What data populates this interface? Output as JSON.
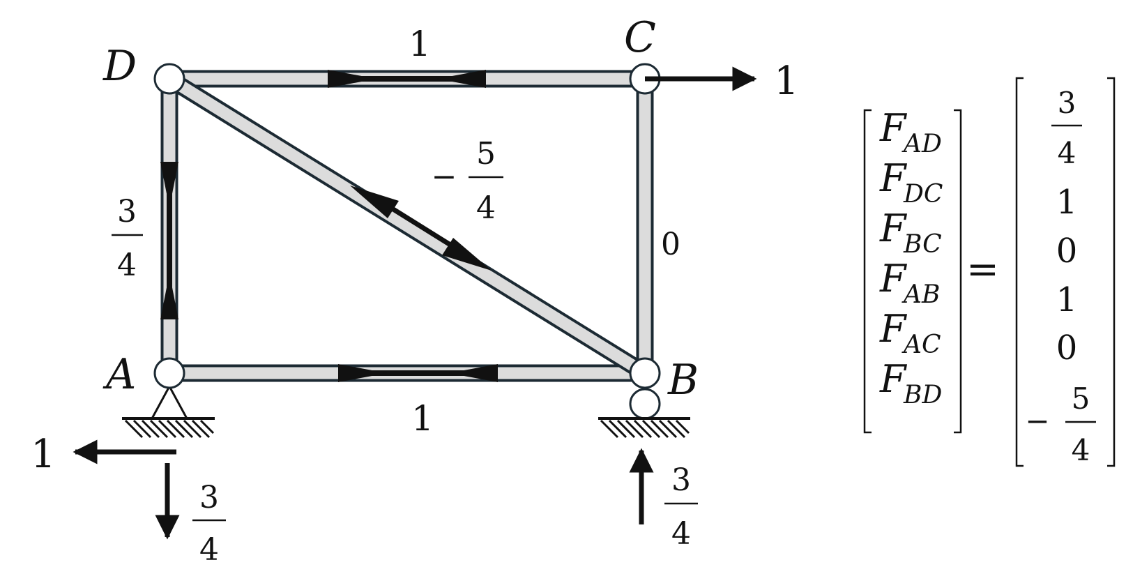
{
  "nodes": {
    "A": "A",
    "B": "B",
    "C": "C",
    "D": "D"
  },
  "member_labels": {
    "DC": "1",
    "AB": "1",
    "BC": "0",
    "AD": {
      "num": "3",
      "den": "4"
    },
    "BD": {
      "sign": "−",
      "num": "5",
      "den": "4"
    }
  },
  "loads": {
    "C_horizontal": "1",
    "A_horizontal": "1",
    "A_vertical": {
      "num": "3",
      "den": "4"
    },
    "B_vertical": {
      "num": "3",
      "den": "4"
    }
  },
  "matrix": {
    "F": "F",
    "rows": [
      {
        "sub": "AD",
        "value": {
          "num": "3",
          "den": "4"
        }
      },
      {
        "sub": "DC",
        "value": "1"
      },
      {
        "sub": "BC",
        "value": "0"
      },
      {
        "sub": "AB",
        "value": "1"
      },
      {
        "sub": "AC",
        "value": "0"
      },
      {
        "sub": "BD",
        "value": {
          "sign": "−",
          "num": "5",
          "den": "4"
        }
      }
    ],
    "equals": "="
  },
  "colors": {
    "member_fill": "#dcdcdc",
    "member_stroke": "#1c2a33",
    "ink": "#111111"
  }
}
